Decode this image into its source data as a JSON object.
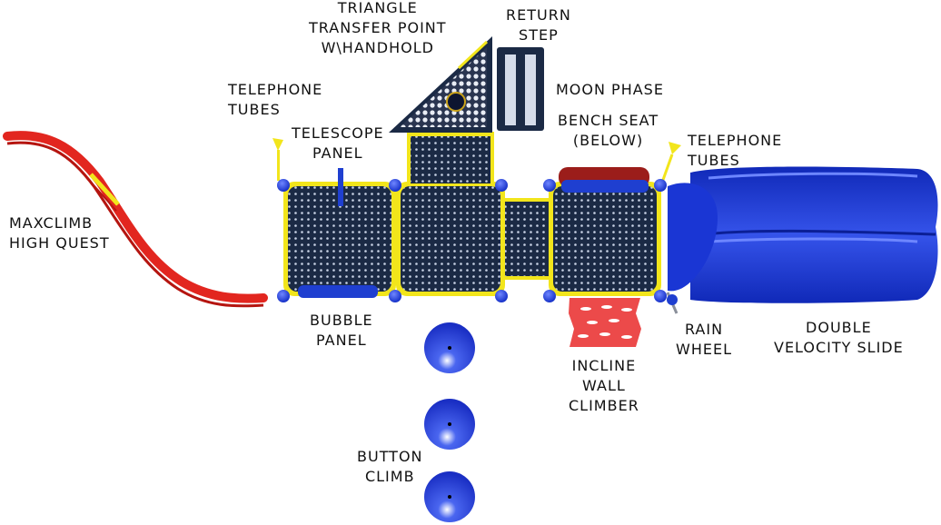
{
  "labels": {
    "triangle": [
      "TRIANGLE",
      "TRANSFER POINT",
      "W\\HANDHOLD"
    ],
    "return_step": [
      "RETURN",
      "STEP"
    ],
    "moon_phase": [
      "MOON PHASE"
    ],
    "telephone_left": [
      "TELEPHONE",
      "TUBES"
    ],
    "telescope": [
      "TELESCOPE",
      "PANEL"
    ],
    "bench_seat": [
      "BENCH SEAT",
      "(BELOW)"
    ],
    "telephone_right": [
      "TELEPHONE",
      "TUBES"
    ],
    "maxclimb": [
      "MAXCLIMB",
      "HIGH QUEST"
    ],
    "bubble_panel": [
      "BUBBLE",
      "PANEL"
    ],
    "rain_wheel": [
      "RAIN",
      "WHEEL"
    ],
    "double_slide": [
      "DOUBLE",
      "VELOCITY SLIDE"
    ],
    "incline_wall": [
      "INCLINE",
      "WALL",
      "CLIMBER"
    ],
    "button_climb": [
      "BUTTON",
      "CLIMB"
    ]
  },
  "colors": {
    "deck": "#1b2a45",
    "post": "#1f3fd0",
    "slide": "#1a36d4",
    "maxclimb": "#e2261f",
    "bench": "#9b1d1a",
    "incline": "#ec4a4a",
    "accent": "#f2e51b"
  }
}
